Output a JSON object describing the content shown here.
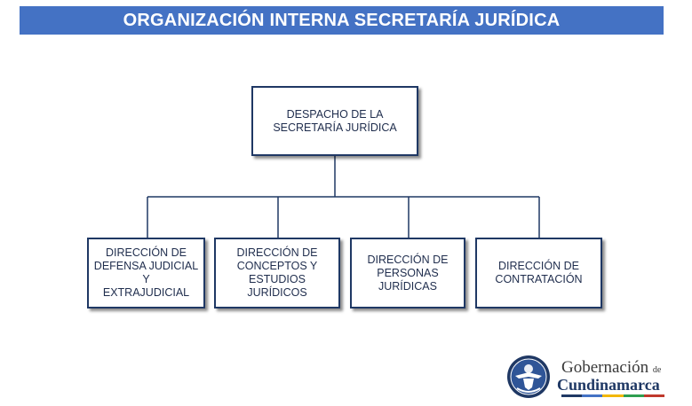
{
  "title": "ORGANIZACIÓN INTERNA SECRETARÍA JURÍDICA",
  "org_chart": {
    "root": {
      "label": "DESPACHO DE LA\nSECRETARÍA JURÍDICA"
    },
    "children": [
      {
        "label": "DIRECCIÓN DE\nDEFENSA JUDICIAL Y\nEXTRAJUDICIAL"
      },
      {
        "label": "DIRECCIÓN DE\nCONCEPTOS Y\nESTUDIOS JURÍDICOS"
      },
      {
        "label": "DIRECCIÓN DE\nPERSONAS\nJURÍDICAS"
      },
      {
        "label": "DIRECCIÓN DE\nCONTRATACIÓN"
      }
    ]
  },
  "logo": {
    "line1": "Gobernación",
    "line1_suffix": "de",
    "line2": "Cundinamarca",
    "emblem": "cundinamarca-seal-icon",
    "stripe_colors": [
      "#1f3864",
      "#4472c4",
      "#f2b705",
      "#2e9e4f",
      "#c0392b"
    ]
  },
  "colors": {
    "title_bar": "#4472c4",
    "title_text": "#ffffff",
    "box_border": "#1f3864",
    "connector": "#1f3864",
    "box_text": "#1f2d4d"
  }
}
